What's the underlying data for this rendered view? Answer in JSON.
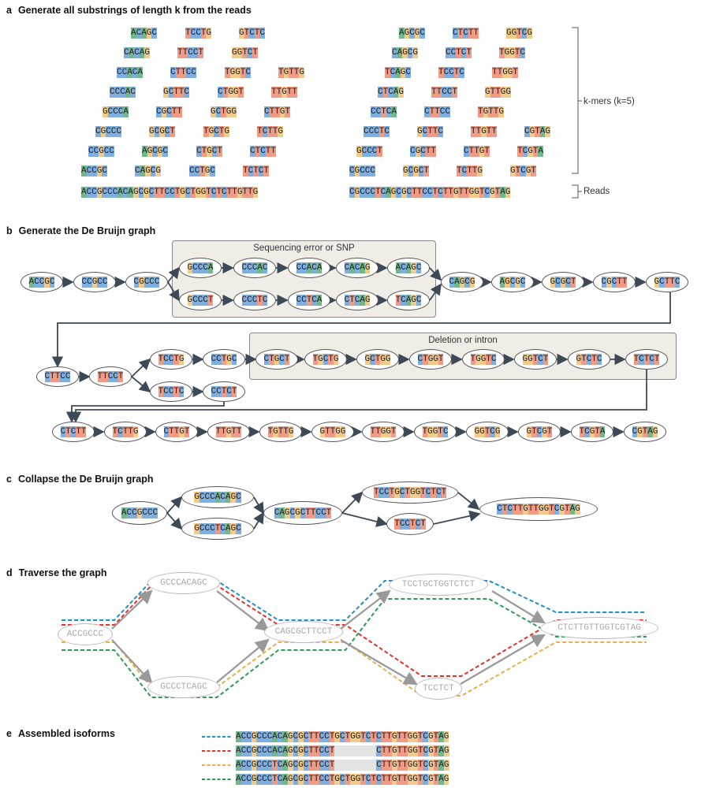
{
  "panels": {
    "a": {
      "letter": "a",
      "title": "Generate all substrings of length k from the reads"
    },
    "b": {
      "letter": "b",
      "title": "Generate the De Bruijn graph"
    },
    "c": {
      "letter": "c",
      "title": "Collapse the De Bruijn graph"
    },
    "d": {
      "letter": "d",
      "title": "Traverse the graph"
    },
    "e": {
      "letter": "e",
      "title": "Assembled isoforms"
    }
  },
  "labels": {
    "kmers": "k-mers (k=5)",
    "reads": "Reads",
    "sequencing_error": "Sequencing error or SNP",
    "deletion": "Deletion or intron"
  },
  "colors": {
    "A": "#72b88c",
    "C": "#7faee0",
    "G": "#f1cb8c",
    "T": "#f09b85",
    "blue": "#1f8fcf",
    "red": "#e5322d",
    "yellow": "#e8b048",
    "green": "#2e9a55"
  },
  "kmer_rows_left": [
    [
      "ACAGC",
      "TCCTG",
      "GTCTC"
    ],
    [
      "CACAG",
      "TTCCT",
      "GGTCT"
    ],
    [
      "CCACA",
      "CTTCC",
      "TGGTC",
      "TGTTG"
    ],
    [
      "CCCAC",
      "GCTTC",
      "CTGGT",
      "TTGTT"
    ],
    [
      "GCCCA",
      "CGCTT",
      "GCTGG",
      "CTTGT"
    ],
    [
      "CGCCC",
      "GCGCT",
      "TGCTG",
      "TCTTG"
    ],
    [
      "CCGCC",
      "AGCGC",
      "CTGCT",
      "CTCTT"
    ],
    [
      "ACCGC",
      "CAGCG",
      "CCTGC",
      "TCTCT"
    ]
  ],
  "kmer_rows_right": [
    [
      "AGCGC",
      "CTCTT",
      "GGTCG"
    ],
    [
      "CAGCG",
      "CCTCT",
      "TGGTC"
    ],
    [
      "TCAGC",
      "TCCTC",
      "TTGGT"
    ],
    [
      "CTCAG",
      "TTCCT",
      "GTTGG"
    ],
    [
      "CCTCA",
      "CTTCC",
      "TGTTG"
    ],
    [
      "CCCTC",
      "GCTTC",
      "TTGTT",
      "CGTAG"
    ],
    [
      "GCCCT",
      "CGCTT",
      "CTTGT",
      "TCGTA"
    ],
    [
      "CGCCC",
      "GCGCT",
      "TCTTG",
      "GTCGT"
    ]
  ],
  "reads": [
    "ACCGCCCACAGCGCTTCCTGCTGGTCTCTTGTTG",
    "CGCCCTCAGCGCTTCCTCTTGTTGGTCGTAG"
  ],
  "graph_b": {
    "row1_start": [
      "ACCGC",
      "CCGCC",
      "CGCCC"
    ],
    "row1_top": [
      "GCCCA",
      "CCCAC",
      "CCACA",
      "CACAG",
      "ACAGC"
    ],
    "row1_bottom": [
      "GCCCT",
      "CCCTC",
      "CCTCA",
      "CTCAG",
      "TCAGC"
    ],
    "row1_end": [
      "CAGCG",
      "AGCGC",
      "GCGCT",
      "CGCTT",
      "GCTTC"
    ],
    "row2_start": [
      "CTTCC",
      "TTCCT"
    ],
    "row2_top": [
      "TCCTG",
      "CCTGC"
    ],
    "row2_box": [
      "CTGCT",
      "TGCTG",
      "GCTGG",
      "CTGGT",
      "TGGTC",
      "GGTCT",
      "GTCTC",
      "TCTCT"
    ],
    "row2_bottom": [
      "TCCTC",
      "CCTCT"
    ],
    "row3": [
      "CTCTT",
      "TCTTG",
      "CTTGT",
      "TTGTT",
      "TGTTG",
      "GTTGG",
      "TTGGT",
      "TGGTC",
      "GGTCG",
      "GTCGT",
      "TCGTA",
      "CGTAG"
    ]
  },
  "graph_c": {
    "start": "ACCGCCC",
    "top": "GCCCACAGC",
    "bottom": "GCCCTCAGC",
    "mid": "CAGCGCTTCCT",
    "top2": "TCCTGCTGGTCTCT",
    "bottom2": "TCCTCT",
    "end": "CTCTTGTTGGTCGTAG"
  },
  "graph_d": {
    "start": "ACCGCCC",
    "top": "GCCCACAGC",
    "bottom": "GCCCTCAGC",
    "mid": "CAGCGCTTCCT",
    "top2": "TCCTGCTGGTCTCT",
    "bottom2": "TCCTCT",
    "end": "CTCTTGTTGGTCGTAG"
  },
  "isoforms": [
    {
      "color": "blue",
      "seq": "ACCGCCCACAGCGCTTCCTGCTGGTCTCTTGTTGGTCGTAG",
      "gap": null
    },
    {
      "color": "red",
      "seq": "ACCGCCCACAGCGCTTCCT",
      "gap": 8,
      "tail": "CTTGTTGGTCGTAG"
    },
    {
      "color": "yellow",
      "seq": "ACCGCCCTCAGCGCTTCCT",
      "gap": 8,
      "tail": "CTTGTTGGTCGTAG"
    },
    {
      "color": "green",
      "seq": "ACCGCCCTCAGCGCTTCCTGCTGGTCTCTTGTTGGTCGTAG",
      "gap": null
    }
  ]
}
